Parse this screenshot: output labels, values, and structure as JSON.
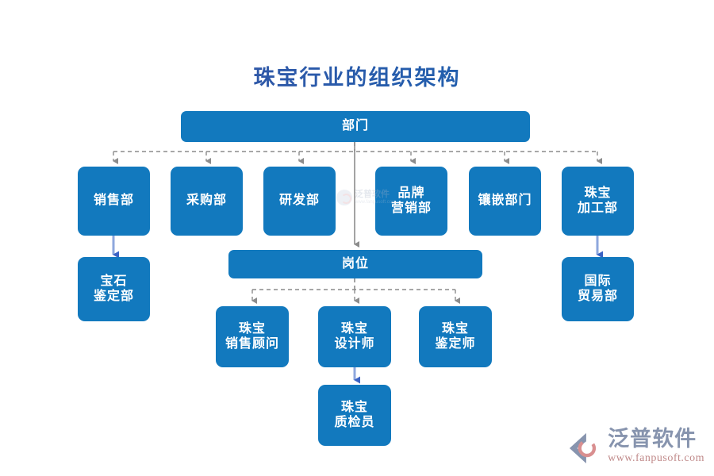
{
  "title": "珠宝行业的组织架构",
  "theme": {
    "node_fill": "#1279be",
    "node_text": "#ffffff",
    "title_color": "#2c4a9a",
    "dashed_connector": "#8c8c8c",
    "solid_connector": "#8ea7dd",
    "background": "#ffffff"
  },
  "nodes": {
    "department_header": {
      "label": "部门"
    },
    "position_header": {
      "label": "岗位"
    },
    "departments": [
      {
        "label": "销售部"
      },
      {
        "label": "采购部"
      },
      {
        "label": "研发部"
      },
      {
        "label": "品牌\n营销部"
      },
      {
        "label": "镶嵌部门"
      },
      {
        "label": "珠宝\n加工部"
      }
    ],
    "department_children": [
      {
        "label": "宝石\n鉴定部",
        "parent": "销售部"
      },
      {
        "label": "国际\n贸易部",
        "parent": "珠宝加工部"
      }
    ],
    "positions": [
      {
        "label": "珠宝\n销售顾问"
      },
      {
        "label": "珠宝\n设计师"
      },
      {
        "label": "珠宝\n鉴定师"
      }
    ],
    "position_children": [
      {
        "label": "珠宝\n质检员",
        "parent": "珠宝设计师"
      }
    ]
  },
  "watermark": {
    "name": "泛普软件",
    "url": "www.fanpusoft.com"
  },
  "chart_data": {
    "type": "diagram",
    "title": "珠宝行业的组织架构",
    "layout": "top-down org chart",
    "levels": [
      {
        "level": 0,
        "nodes": [
          "部门"
        ]
      },
      {
        "level": 1,
        "nodes": [
          "销售部",
          "采购部",
          "研发部",
          "品牌营销部",
          "镶嵌部门",
          "珠宝加工部"
        ]
      },
      {
        "level": 2,
        "nodes": [
          "宝石鉴定部",
          "岗位",
          "国际贸易部"
        ]
      },
      {
        "level": 3,
        "nodes": [
          "珠宝销售顾问",
          "珠宝设计师",
          "珠宝鉴定师"
        ]
      },
      {
        "level": 4,
        "nodes": [
          "珠宝质检员"
        ]
      }
    ],
    "edges": [
      {
        "from": "部门",
        "to": "销售部",
        "style": "dashed"
      },
      {
        "from": "部门",
        "to": "采购部",
        "style": "dashed"
      },
      {
        "from": "部门",
        "to": "研发部",
        "style": "dashed"
      },
      {
        "from": "部门",
        "to": "品牌营销部",
        "style": "dashed"
      },
      {
        "from": "部门",
        "to": "镶嵌部门",
        "style": "dashed"
      },
      {
        "from": "部门",
        "to": "珠宝加工部",
        "style": "dashed"
      },
      {
        "from": "部门",
        "to": "岗位",
        "style": "dashed"
      },
      {
        "from": "销售部",
        "to": "宝石鉴定部",
        "style": "solid"
      },
      {
        "from": "珠宝加工部",
        "to": "国际贸易部",
        "style": "solid"
      },
      {
        "from": "岗位",
        "to": "珠宝销售顾问",
        "style": "dashed"
      },
      {
        "from": "岗位",
        "to": "珠宝设计师",
        "style": "dashed"
      },
      {
        "from": "岗位",
        "to": "珠宝鉴定师",
        "style": "dashed"
      },
      {
        "from": "珠宝设计师",
        "to": "珠宝质检员",
        "style": "solid"
      }
    ]
  }
}
